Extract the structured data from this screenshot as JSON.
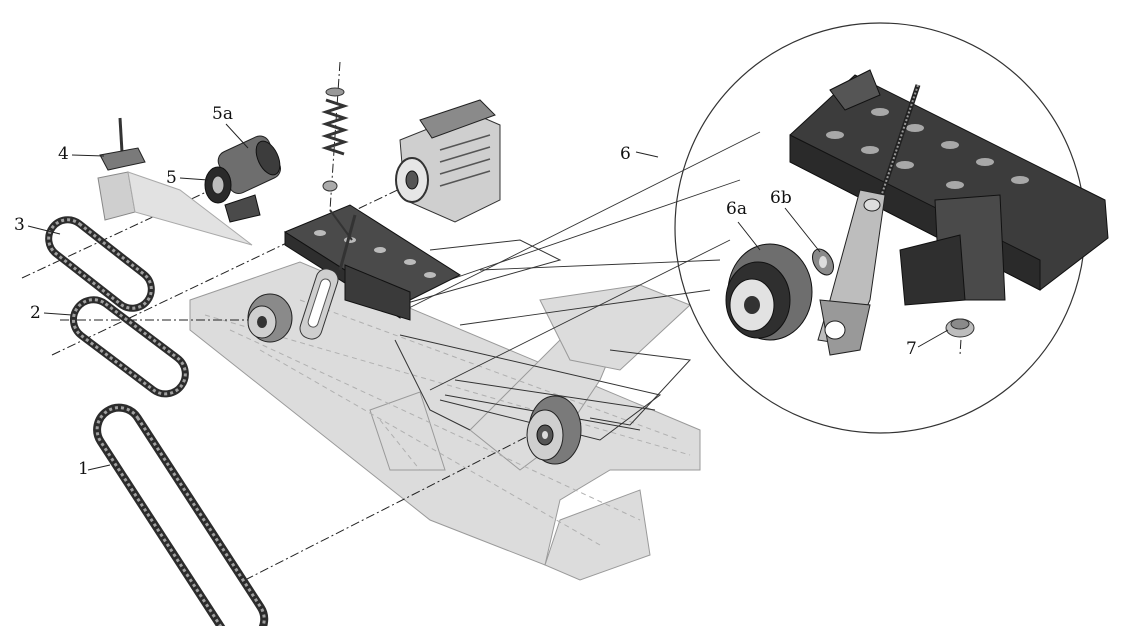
{
  "callouts": {
    "c1": "1",
    "c2": "2",
    "c3": "3",
    "c4": "4",
    "c5": "5",
    "c5a": "5a",
    "c6": "6",
    "c6a": "6a",
    "c6b": "6b",
    "c7": "7"
  },
  "colors": {
    "line": "#222222",
    "part_dark": "#3c3c3c",
    "part_mid": "#8a8a8a",
    "frame": "#d8d8d8"
  }
}
